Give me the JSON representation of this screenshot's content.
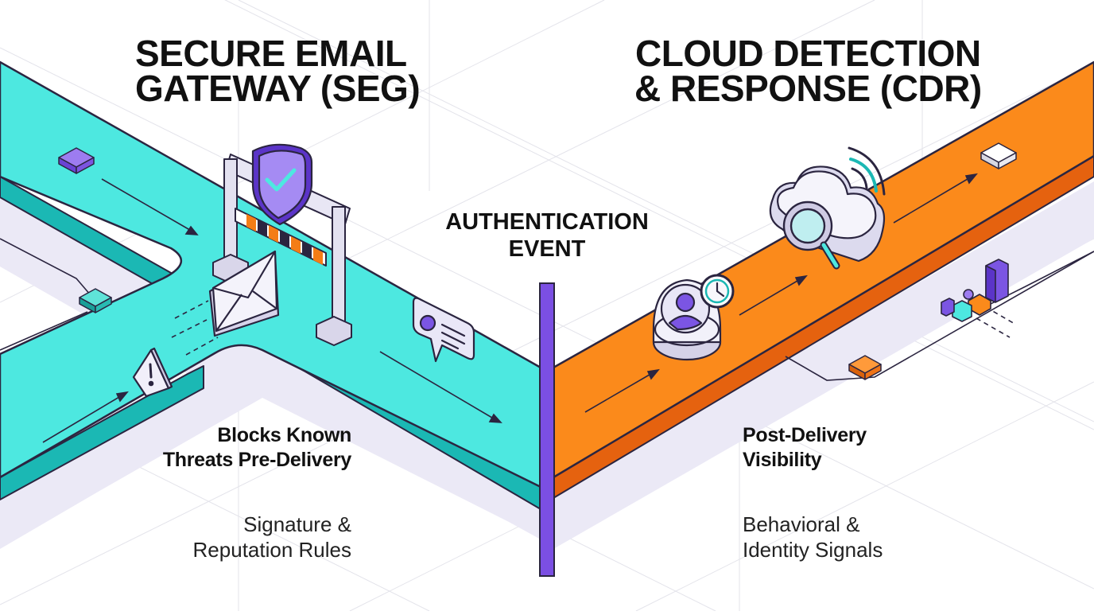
{
  "left": {
    "title_lines": [
      "SECURE EMAIL",
      "GATEWAY (SEG)"
    ],
    "feature_lines": [
      "Blocks Known",
      "Threats Pre-Delivery"
    ],
    "detail_lines": [
      "Signature &",
      "Reputation Rules"
    ]
  },
  "center": {
    "event_lines": [
      "AUTHENTICATION",
      "EVENT"
    ]
  },
  "right": {
    "title_lines": [
      "CLOUD DETECTION",
      "& RESPONSE (CDR)"
    ],
    "feature_lines": [
      "Post-Delivery",
      "Visibility"
    ],
    "detail_lines": [
      "Behavioral &",
      "Identity Signals"
    ]
  },
  "colors": {
    "seg_path": "#4de8e0",
    "seg_edge": "#1bb8b4",
    "cdr_path": "#fb8a1b",
    "cdr_edge": "#e5620f",
    "divider": "#7b4fe3",
    "accent_purple": "#7a55e0",
    "outline": "#2b2540"
  },
  "icons": [
    "shield-check-icon",
    "gate-barrier-icon",
    "envelope-icon",
    "warning-icon",
    "chat-bubble-icon",
    "cloud-icon",
    "magnifier-icon",
    "wifi-signal-icon",
    "user-clock-icon",
    "bar-chart-icon"
  ]
}
